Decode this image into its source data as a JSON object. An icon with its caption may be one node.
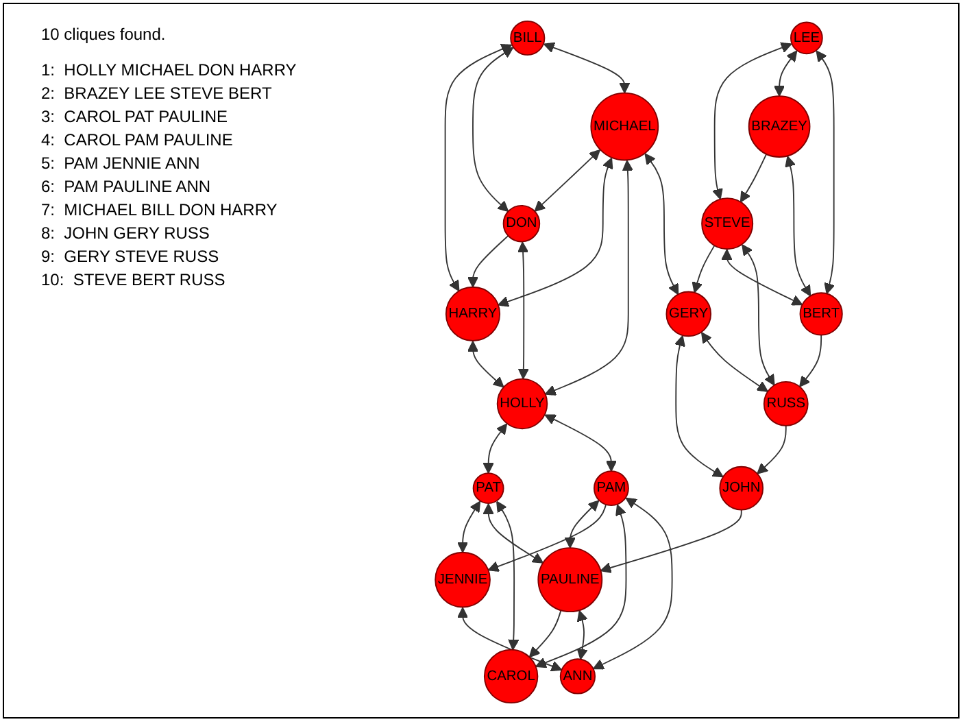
{
  "diagram": {
    "nodes": [
      {
        "text": [
          "BILL"
        ]
      },
      {
        "text": [
          "HARRY"
        ]
      },
      {
        "text": [
          "DON"
        ]
      },
      {
        "text": [
          "MICHAEL"
        ]
      },
      {
        "text": [
          "HOLLY"
        ]
      },
      {
        "text": [
          "PAT"
        ]
      },
      {
        "text": [
          "GERY"
        ]
      },
      {
        "text": [
          "LEE"
        ]
      },
      {
        "text": [
          "STEVE"
        ]
      },
      {
        "text": [
          "PAM"
        ]
      },
      {
        "text": [
          "JENNIE"
        ]
      },
      {
        "text": [
          "BRAZEY"
        ]
      },
      {
        "text": [
          "RUSS"
        ]
      },
      {
        "text": [
          "JOHN"
        ]
      },
      {
        "text": [
          "PAULINE"
        ]
      },
      {
        "text": [
          "CAROL"
        ]
      },
      {
        "text": [
          "BERT"
        ]
      },
      {
        "text": [
          "ANN"
        ]
      }
    ],
    "edges": [
      {
        "from": 0,
        "to": 1,
        "arrow": "both"
      },
      {
        "from": 0,
        "to": 2,
        "arrow": "both"
      },
      {
        "from": 0,
        "to": 3,
        "arrow": "both"
      },
      {
        "from": 2,
        "to": 1,
        "arrow": "to"
      },
      {
        "from": 3,
        "to": 2,
        "arrow": "both"
      },
      {
        "from": 3,
        "to": 1,
        "arrow": "both"
      },
      {
        "from": 2,
        "to": 4,
        "arrow": "both"
      },
      {
        "from": 1,
        "to": 4,
        "arrow": "both"
      },
      {
        "from": 3,
        "to": 4,
        "arrow": "both"
      },
      {
        "from": 3,
        "to": 6,
        "arrow": "both"
      },
      {
        "from": 4,
        "to": 5,
        "arrow": "both"
      },
      {
        "from": 4,
        "to": 9,
        "arrow": "both"
      },
      {
        "from": 5,
        "to": 10,
        "arrow": "both"
      },
      {
        "from": 5,
        "to": 14,
        "arrow": "both"
      },
      {
        "from": 5,
        "to": 15,
        "arrow": "both"
      },
      {
        "from": 9,
        "to": 14,
        "arrow": "both"
      },
      {
        "from": 9,
        "to": 10,
        "arrow": "to"
      },
      {
        "from": 9,
        "to": 15,
        "arrow": "both"
      },
      {
        "from": 9,
        "to": 17,
        "arrow": "both"
      },
      {
        "from": 14,
        "to": 15,
        "arrow": "to"
      },
      {
        "from": 14,
        "to": 17,
        "arrow": "both"
      },
      {
        "from": 10,
        "to": 17,
        "arrow": "both"
      },
      {
        "from": 13,
        "to": 14,
        "arrow": "to"
      },
      {
        "from": 12,
        "to": 13,
        "arrow": "to"
      },
      {
        "from": 6,
        "to": 13,
        "arrow": "both"
      },
      {
        "from": 6,
        "to": 12,
        "arrow": "both"
      },
      {
        "from": 8,
        "to": 6,
        "arrow": "to"
      },
      {
        "from": 7,
        "to": 8,
        "arrow": "both"
      },
      {
        "from": 7,
        "to": 11,
        "arrow": "both"
      },
      {
        "from": 7,
        "to": 16,
        "arrow": "both"
      },
      {
        "from": 11,
        "to": 8,
        "arrow": "to"
      },
      {
        "from": 11,
        "to": 16,
        "arrow": "both"
      },
      {
        "from": 8,
        "to": 16,
        "arrow": "both"
      },
      {
        "from": 8,
        "to": 12,
        "arrow": "both"
      },
      {
        "from": 16,
        "to": 12,
        "arrow": "to"
      }
    ],
    "labels": [
      "10 cliques found.",
      "1:  HOLLY MICHAEL DON HARRY",
      "2:  BRAZEY LEE STEVE BERT",
      "3:  CAROL PAT PAULINE",
      "4:  CAROL PAM PAULINE",
      "5:  PAM JENNIE ANN",
      "6:  PAM PAULINE ANN",
      "7:  MICHAEL BILL DON HARRY",
      "8:  JOHN GERY RUSS",
      "9:  GERY STEVE RUSS",
      "10:  STEVE BERT RUSS"
    ]
  }
}
